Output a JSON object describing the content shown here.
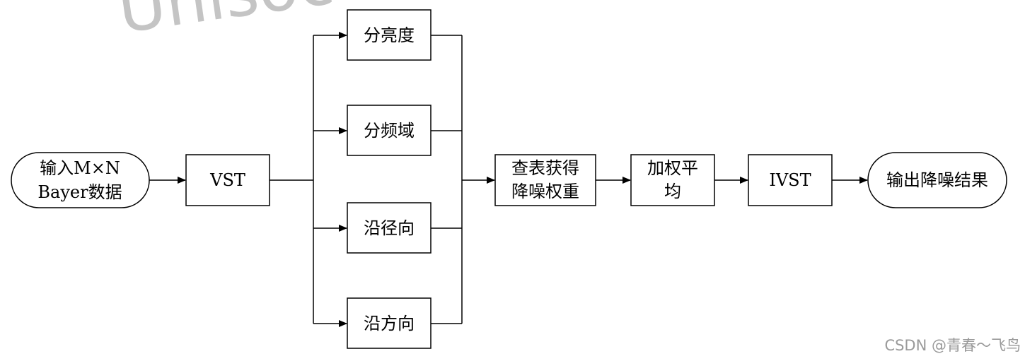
{
  "watermark": "Unisoc Cor",
  "credit": "CSDN @青春～飞鸟",
  "nodes": {
    "input": [
      "输入M×N",
      "Bayer数据"
    ],
    "vst": [
      "VST"
    ],
    "branch_brightness": [
      "分亮度"
    ],
    "branch_frequency": [
      "分频域"
    ],
    "branch_radial": [
      "沿径向"
    ],
    "branch_direction": [
      "沿方向"
    ],
    "lookup": [
      "查表获得",
      "降噪权重"
    ],
    "weighted_avg": [
      "加权平",
      "均"
    ],
    "ivst": [
      "IVST"
    ],
    "output": [
      "输出降噪结果"
    ]
  }
}
